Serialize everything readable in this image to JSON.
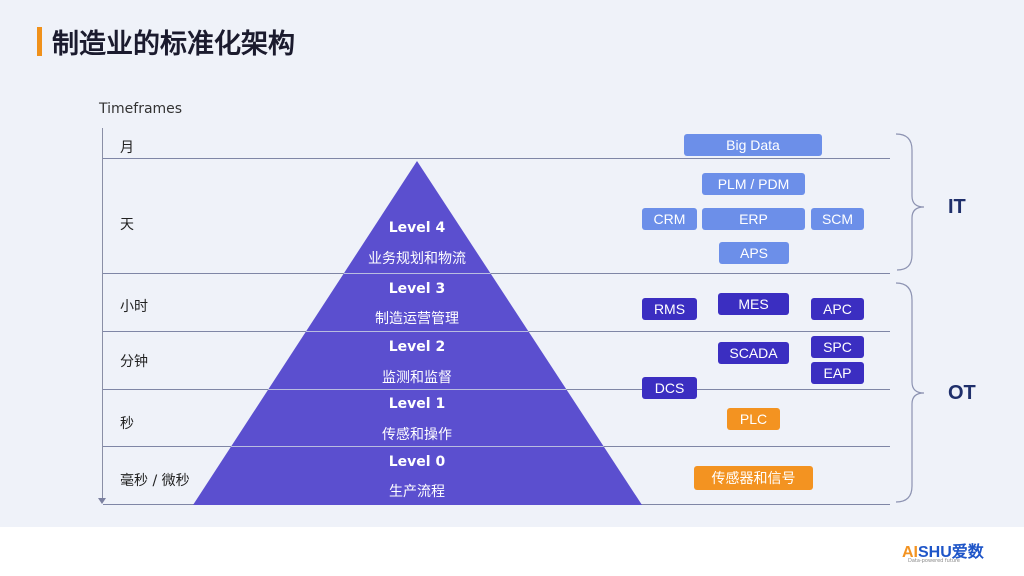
{
  "title": "制造业的标准化架构",
  "timeframes_label": "Timeframes",
  "timeframes": [
    "月",
    "天",
    "小时",
    "分钟",
    "秒",
    "毫秒 / 微秒"
  ],
  "levels": [
    {
      "name": "Level 4",
      "desc": "业务规划和物流"
    },
    {
      "name": "Level 3",
      "desc": "制造运营管理"
    },
    {
      "name": "Level 2",
      "desc": "监测和监督"
    },
    {
      "name": "Level 1",
      "desc": "传感和操作"
    },
    {
      "name": "Level 0",
      "desc": "生产流程"
    }
  ],
  "systems": {
    "big_data": "Big Data",
    "plm": "PLM / PDM",
    "crm": "CRM",
    "erp": "ERP",
    "scm": "SCM",
    "aps": "APS",
    "rms": "RMS",
    "mes": "MES",
    "apc": "APC",
    "scada": "SCADA",
    "spc": "SPC",
    "eap": "EAP",
    "dcs": "DCS",
    "plc": "PLC",
    "sensors": "传感器和信号"
  },
  "groups": {
    "it": "IT",
    "ot": "OT"
  },
  "colors": {
    "pyramid": "#5b4fcf",
    "accent": "#f0911b",
    "system_light": "#6c8fe9",
    "system_dark": "#3b2ec1",
    "system_orange": "#f39321"
  },
  "logo": {
    "ai": "AI",
    "shu": "SHU爱数",
    "tagline": "Data-powered future"
  }
}
